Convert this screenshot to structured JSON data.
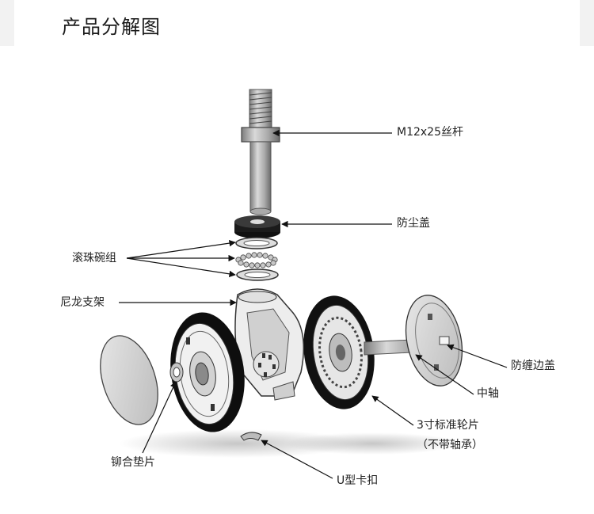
{
  "header": {
    "title": "产品分解图"
  },
  "labels": {
    "stud": "M12x25丝杆",
    "dust_cap": "防尘盖",
    "ball_bearing_set": "滚珠碗组",
    "nylon_bracket": "尼龙支架",
    "anti_wrap_cover": "防缠边盖",
    "center_axle": "中轴",
    "wheel": "3寸标准轮片",
    "wheel_note": "（不带轴承）",
    "rivet_washer": "铆合垫片",
    "u_clip": "U型卡扣"
  }
}
